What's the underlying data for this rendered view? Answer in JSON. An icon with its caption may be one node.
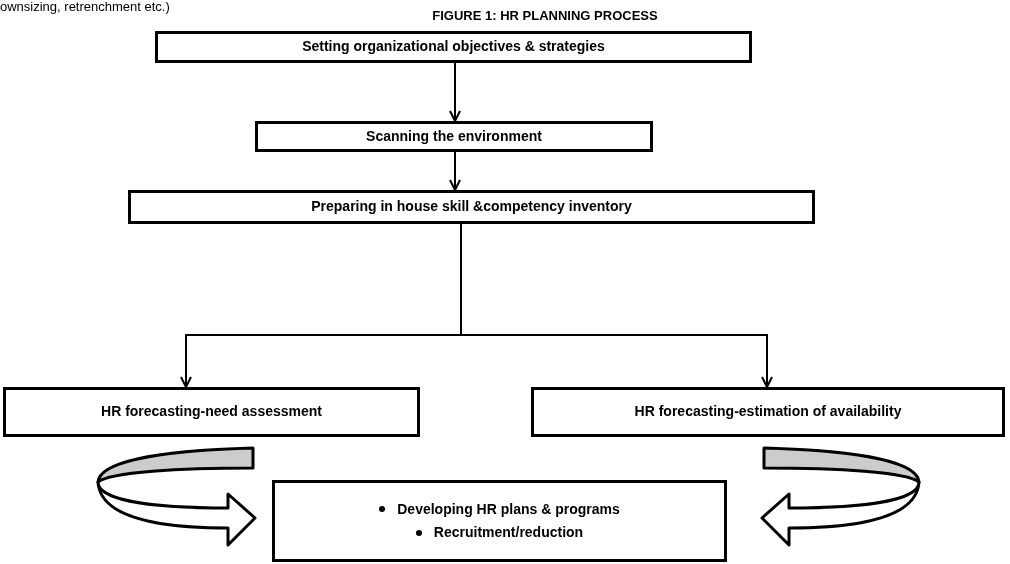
{
  "diagram": {
    "title": "FIGURE 1: HR PLANNING PROCESS",
    "nodes": [
      {
        "text": [
          "Setting organizational objectives & strategies"
        ]
      },
      {
        "text": [
          "Scanning the environment"
        ]
      },
      {
        "text": [
          "Preparing in house skill &competency inventory"
        ]
      },
      {
        "text": [
          "HR forecasting-need assessment"
        ]
      },
      {
        "text": [
          "HR forecasting-estimation of availability"
        ]
      },
      {
        "text": [
          "Developing HR plans & programs",
          "Recruitment/reduction"
        ]
      }
    ],
    "edges": [
      {
        "from": 0,
        "to": 1,
        "arrow": "to"
      },
      {
        "from": 1,
        "to": 2,
        "arrow": "to"
      },
      {
        "from": 2,
        "to": 3,
        "arrow": "to"
      },
      {
        "from": 2,
        "to": 4,
        "arrow": "to"
      },
      {
        "from": 3,
        "to": 5,
        "arrow": "to",
        "style": "thick"
      },
      {
        "from": 4,
        "to": 5,
        "arrow": "to",
        "style": "thick"
      }
    ],
    "labels": [
      "ownsizing, retrenchment etc.)"
    ]
  }
}
